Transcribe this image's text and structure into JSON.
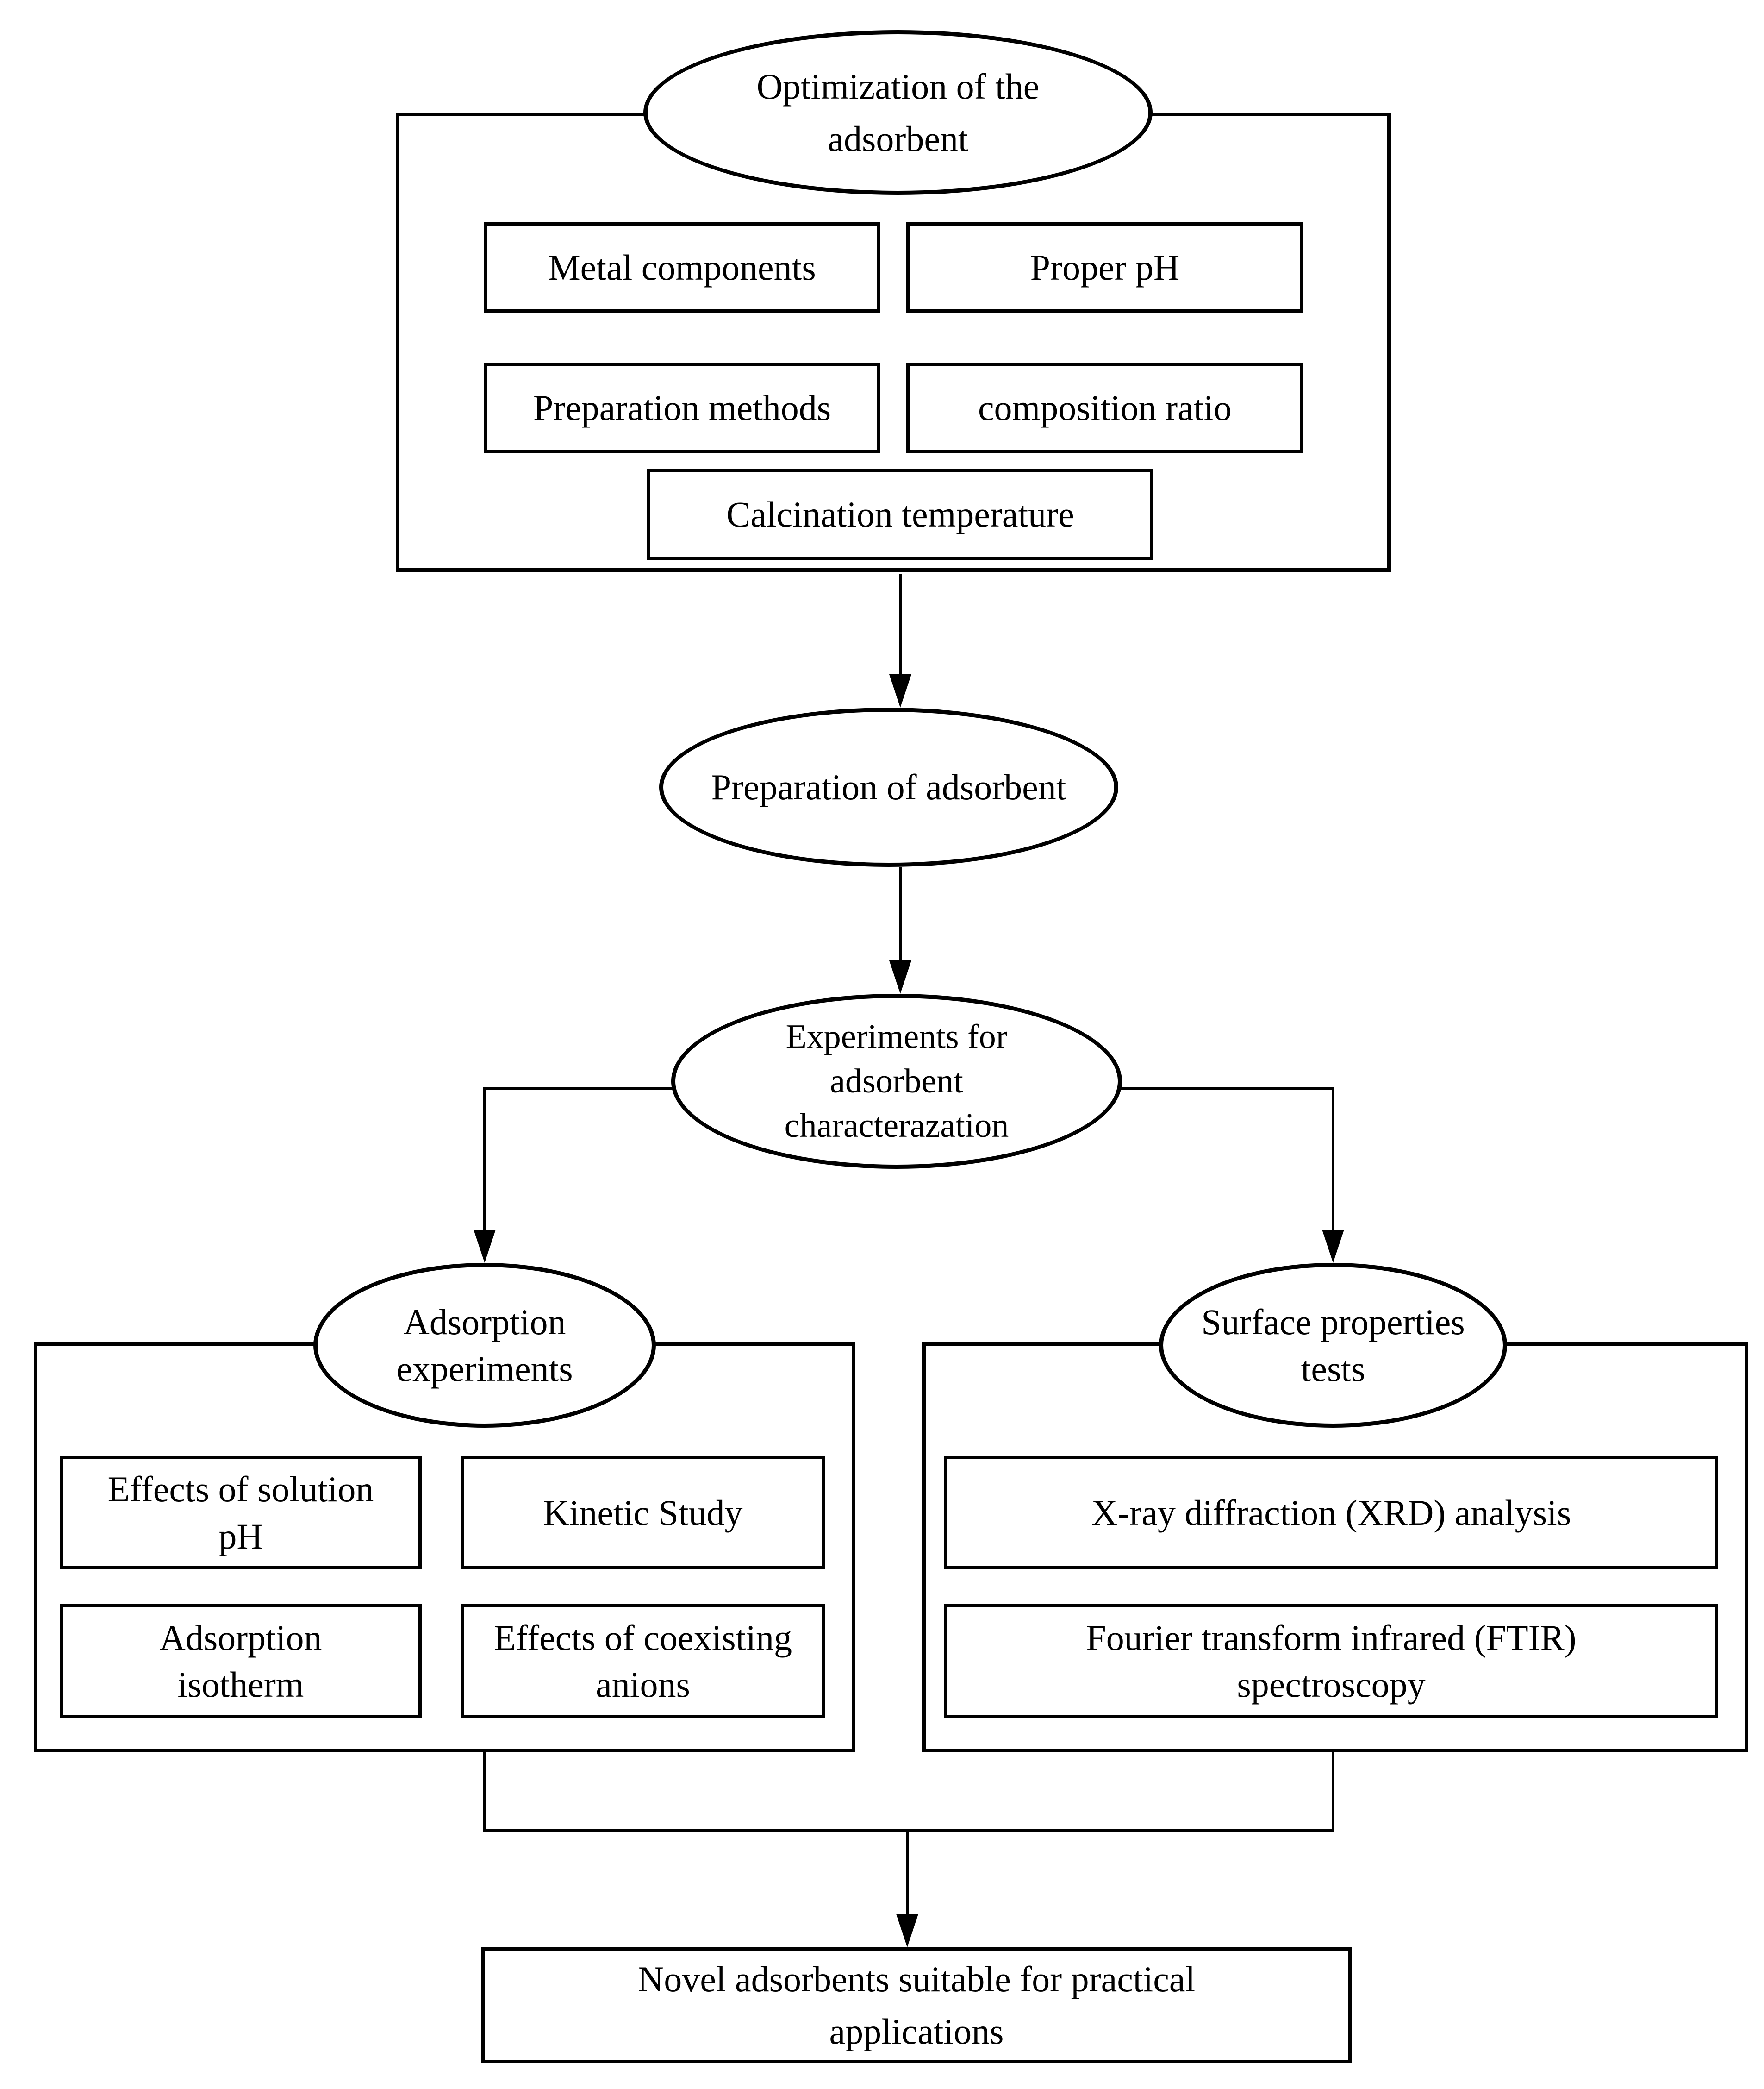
{
  "colors": {
    "background": "#ffffff",
    "line": "#000000",
    "text": "#000000"
  },
  "nodes": {
    "optimization": {
      "shape": "ellipse",
      "lines": [
        "Optimization of the",
        "adsorbent"
      ]
    },
    "metal_components": {
      "shape": "rect",
      "lines": [
        "Metal components"
      ]
    },
    "proper_ph": {
      "shape": "rect",
      "lines": [
        "Proper pH"
      ]
    },
    "preparation_methods": {
      "shape": "rect",
      "lines": [
        "Preparation methods"
      ]
    },
    "composition_ratio": {
      "shape": "rect",
      "lines": [
        "composition ratio"
      ]
    },
    "calcination_temperature": {
      "shape": "rect",
      "lines": [
        "Calcination temperature"
      ]
    },
    "preparation_of_adsorbent": {
      "shape": "ellipse",
      "lines": [
        "Preparation of adsorbent"
      ]
    },
    "experiments_for_characterization": {
      "shape": "ellipse",
      "lines": [
        "Experiments for",
        "adsorbent",
        "characterazation"
      ]
    },
    "adsorption_experiments": {
      "shape": "ellipse",
      "lines": [
        "Adsorption",
        "experiments"
      ]
    },
    "surface_properties_tests": {
      "shape": "ellipse",
      "lines": [
        "Surface properties",
        "tests"
      ]
    },
    "effects_of_solution_ph": {
      "shape": "rect",
      "lines": [
        "Effects of solution",
        "pH"
      ]
    },
    "kinetic_study": {
      "shape": "rect",
      "lines": [
        "Kinetic Study"
      ]
    },
    "adsorption_isotherm": {
      "shape": "rect",
      "lines": [
        "Adsorption",
        "isotherm"
      ]
    },
    "effects_of_coexisting_anions": {
      "shape": "rect",
      "lines": [
        "Effects of coexisting",
        "anions"
      ]
    },
    "xrd_analysis": {
      "shape": "rect",
      "lines": [
        "X-ray diffraction (XRD) analysis"
      ]
    },
    "ftir_spectroscopy": {
      "shape": "rect",
      "lines": [
        "Fourier transform infrared (FTIR)",
        "spectroscopy"
      ]
    },
    "novel_adsorbents": {
      "shape": "rect",
      "lines": [
        "Novel adsorbents suitable for practical",
        "applications"
      ]
    }
  },
  "edges": [
    {
      "from": "optimization",
      "to": "preparation_of_adsorbent"
    },
    {
      "from": "preparation_of_adsorbent",
      "to": "experiments_for_characterization"
    },
    {
      "from": "experiments_for_characterization",
      "to": "adsorption_experiments"
    },
    {
      "from": "experiments_for_characterization",
      "to": "surface_properties_tests"
    },
    {
      "from": "adsorption_experiments",
      "to": "novel_adsorbents"
    },
    {
      "from": "surface_properties_tests",
      "to": "novel_adsorbents"
    }
  ]
}
